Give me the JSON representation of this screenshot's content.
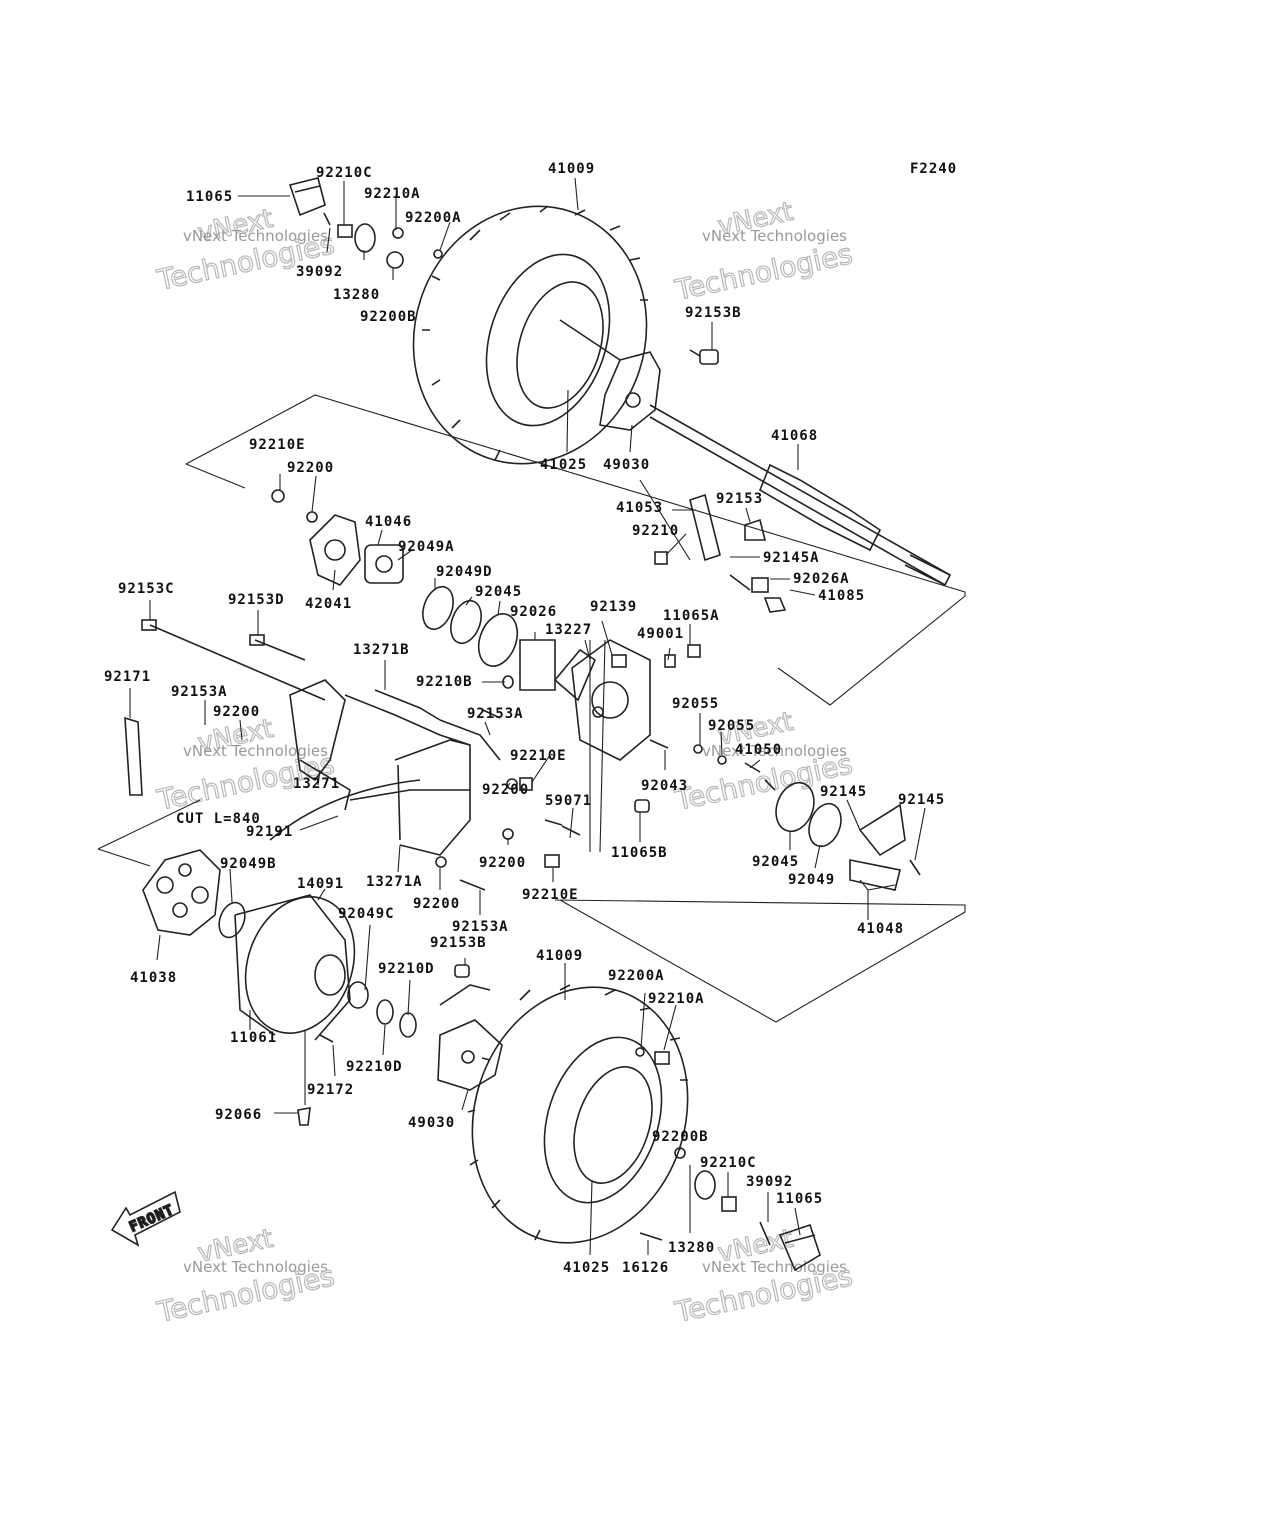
{
  "figure_code": "F2240",
  "watermark": {
    "line1": "vNext",
    "line2": "vNext Technologies",
    "line3": "Technologies"
  },
  "front_arrow_text": "FRONT",
  "cut_note": "CUT L=840",
  "labels": [
    "11065",
    "92210C",
    "92210A",
    "92200A",
    "39092",
    "13280",
    "92200B",
    "41009",
    "92153B",
    "41068",
    "41025",
    "49030",
    "92210E",
    "92200",
    "41046",
    "92049A",
    "42041",
    "41053",
    "92153",
    "92210",
    "92145A",
    "92026A",
    "41085",
    "92153C",
    "92153D",
    "92049D",
    "92045",
    "92026",
    "92139",
    "11065A",
    "13227",
    "49001",
    "13271B",
    "92210B",
    "92171",
    "92153A",
    "92200",
    "92153A",
    "92210E",
    "92055",
    "92055",
    "41050",
    "92043",
    "92200",
    "59071",
    "92145",
    "92145",
    "13271",
    "92191",
    "92200",
    "11065B",
    "92045",
    "92049",
    "13271A",
    "92210E",
    "92200",
    "41048",
    "92049B",
    "14091",
    "92049C",
    "92153A",
    "41038",
    "92153B",
    "41009",
    "92210D",
    "92200A",
    "92210A",
    "11061",
    "92210D",
    "92172",
    "92066",
    "49030",
    "92200B",
    "92210C",
    "39092",
    "11065",
    "13280",
    "41025",
    "16126"
  ]
}
